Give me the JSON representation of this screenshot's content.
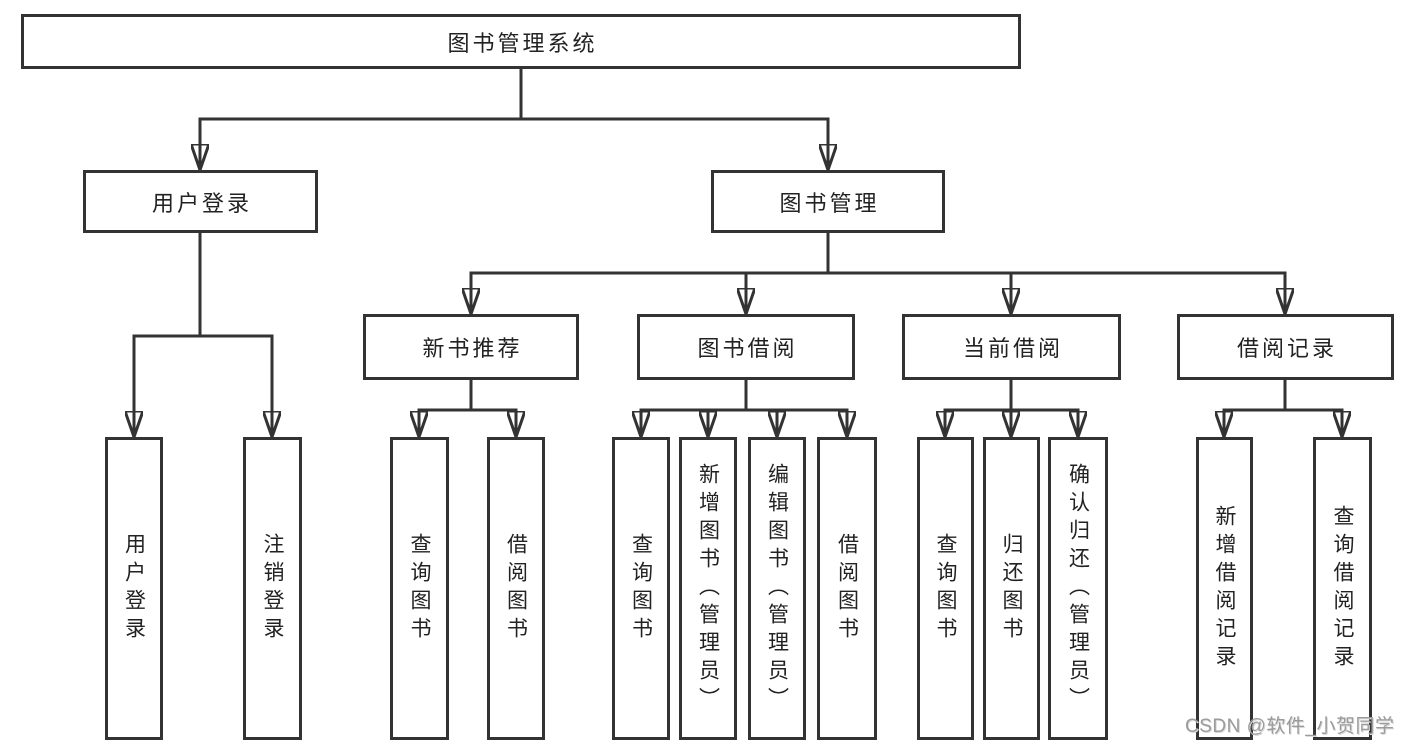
{
  "tree": {
    "root": {
      "label": "图书管理系统"
    },
    "branches": [
      {
        "label": "用户登录",
        "children": [
          {
            "label": "用户登录"
          },
          {
            "label": "注销登录"
          }
        ]
      },
      {
        "label": "图书管理",
        "children": [
          {
            "label": "新书推荐",
            "children": [
              {
                "label": "查询图书"
              },
              {
                "label": "借阅图书"
              }
            ]
          },
          {
            "label": "图书借阅",
            "children": [
              {
                "label": "查询图书"
              },
              {
                "label": "新增图书（管理员）"
              },
              {
                "label": "编辑图书（管理员）"
              },
              {
                "label": "借阅图书"
              }
            ]
          },
          {
            "label": "当前借阅",
            "children": [
              {
                "label": "查询图书"
              },
              {
                "label": "归还图书"
              },
              {
                "label": "确认归还（管理员）"
              }
            ]
          },
          {
            "label": "借阅记录",
            "children": [
              {
                "label": "新增借阅记录"
              },
              {
                "label": "查询借阅记录"
              }
            ]
          }
        ]
      }
    ]
  },
  "watermark": {
    "text": "CSDN @软件_小贺同学"
  },
  "colors": {
    "line": "#333333",
    "text": "#222222",
    "watermark": "#9b9b9b",
    "background": "#ffffff"
  }
}
